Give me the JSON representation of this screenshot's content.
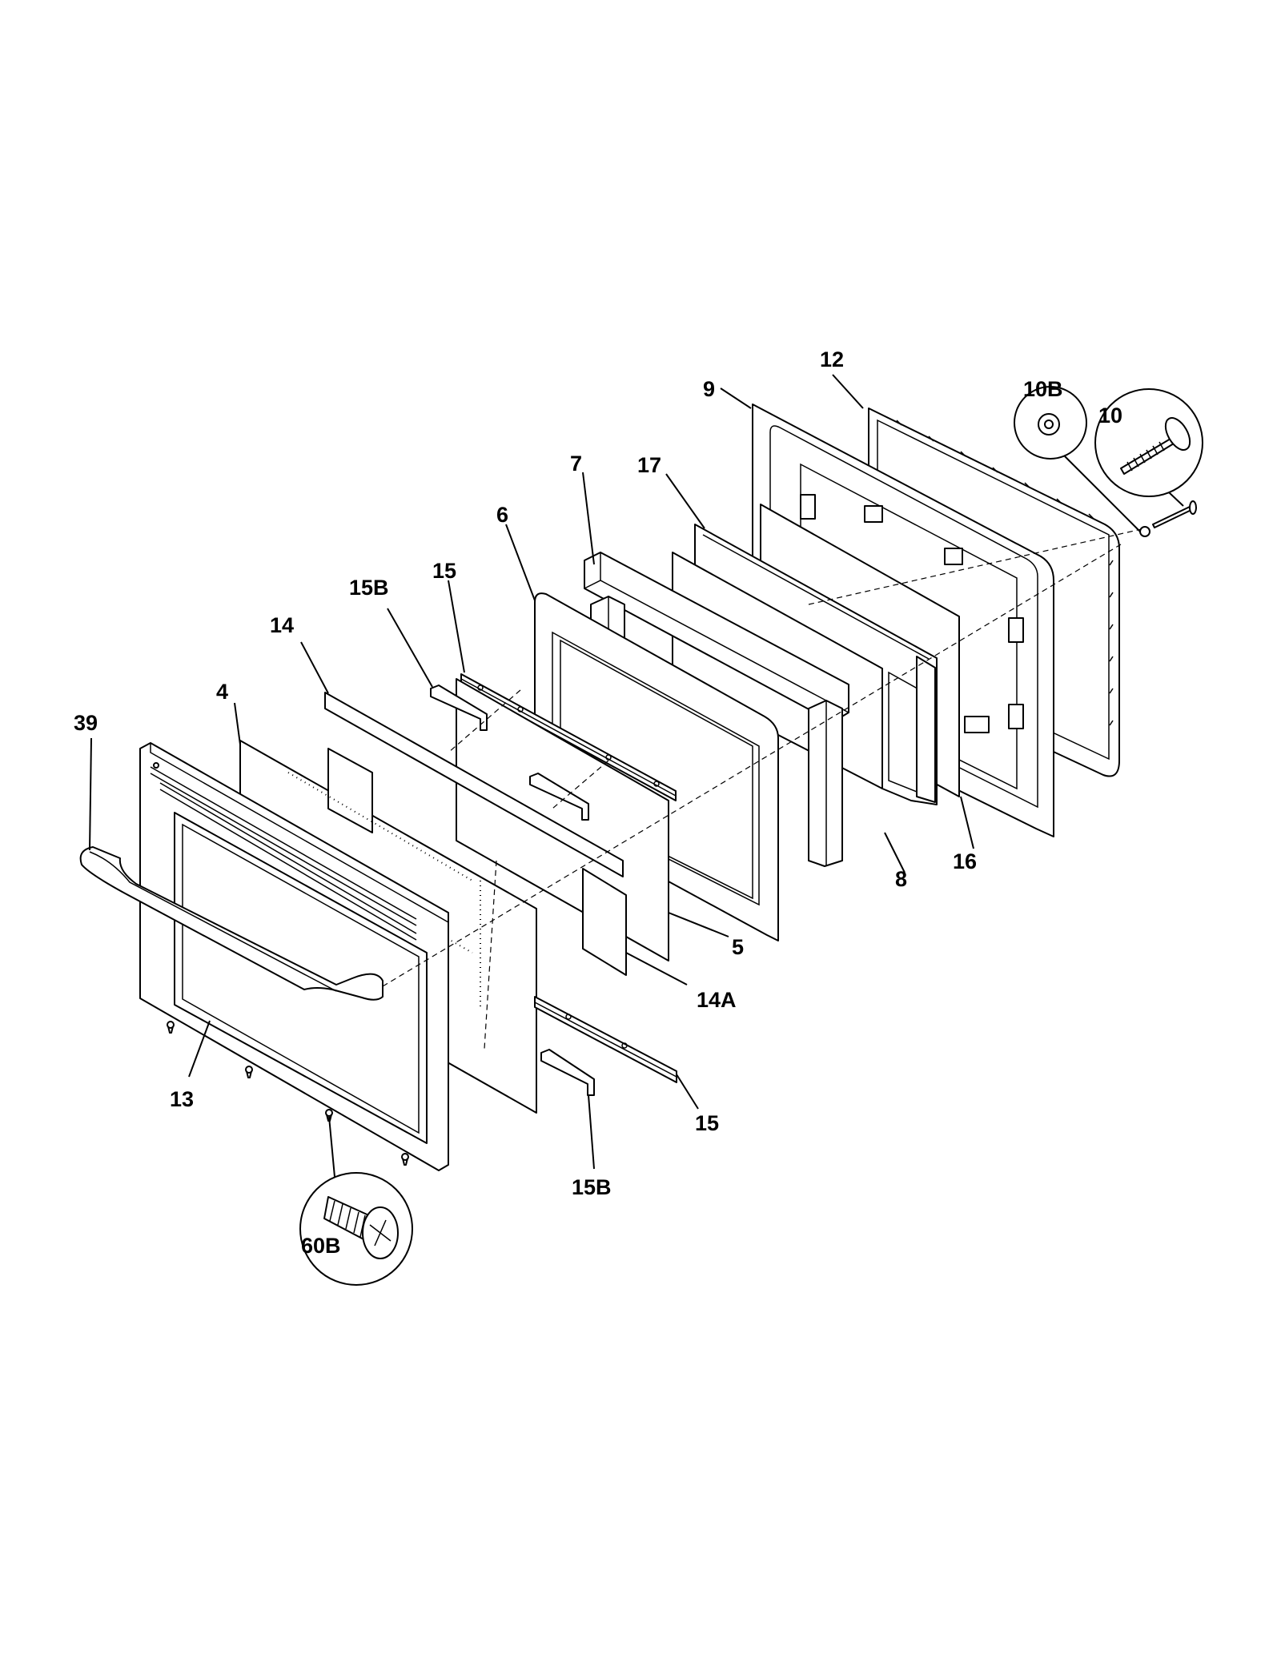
{
  "callouts": [
    {
      "id": "9",
      "text": "9"
    },
    {
      "id": "12",
      "text": "12"
    },
    {
      "id": "10B",
      "text": "10B"
    },
    {
      "id": "10",
      "text": "10"
    },
    {
      "id": "7",
      "text": "7"
    },
    {
      "id": "17",
      "text": "17"
    },
    {
      "id": "6",
      "text": "6"
    },
    {
      "id": "15a",
      "text": "15"
    },
    {
      "id": "15Ba",
      "text": "15B"
    },
    {
      "id": "14",
      "text": "14"
    },
    {
      "id": "4",
      "text": "4"
    },
    {
      "id": "39",
      "text": "39"
    },
    {
      "id": "16",
      "text": "16"
    },
    {
      "id": "8",
      "text": "8"
    },
    {
      "id": "5",
      "text": "5"
    },
    {
      "id": "14A",
      "text": "14A"
    },
    {
      "id": "13",
      "text": "13"
    },
    {
      "id": "15b",
      "text": "15"
    },
    {
      "id": "15Bb",
      "text": "15B"
    },
    {
      "id": "60B",
      "text": "60B"
    }
  ]
}
